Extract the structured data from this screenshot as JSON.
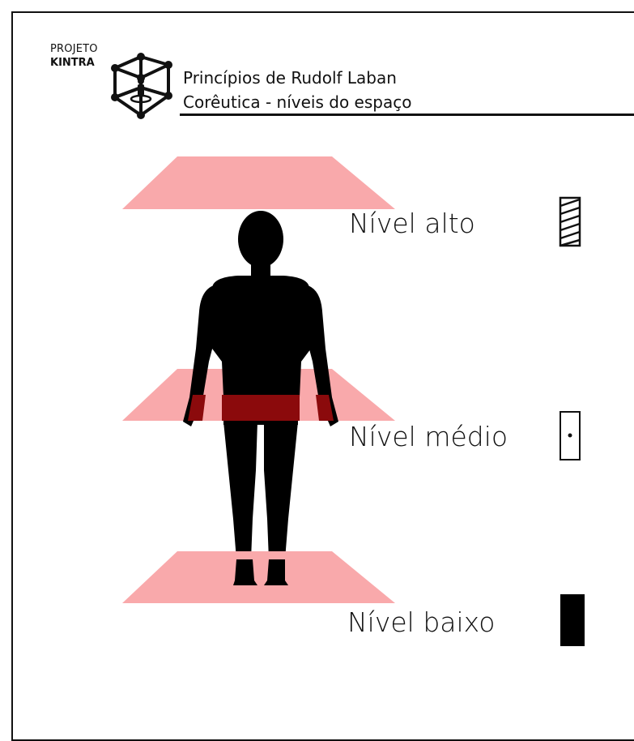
{
  "brand": {
    "line1": "PROJETO",
    "line2": "KINTRA",
    "logo_icon": "cube-figure-icon"
  },
  "header": {
    "title": "Princípios de Rudolf Laban",
    "subtitle": "Corêutica - níveis do espaço"
  },
  "levels": [
    {
      "key": "high",
      "label": "Nível alto",
      "symbol": "hatched-rectangle-icon"
    },
    {
      "key": "middle",
      "label": "Nível médio",
      "symbol": "dot-rectangle-icon"
    },
    {
      "key": "low",
      "label": "Nível baixo",
      "symbol": "solid-rectangle-icon"
    }
  ],
  "colors": {
    "plane": "#f9a9ab",
    "plane_overlap": "#8b0a0c",
    "figure": "#000000",
    "ink": "#111111"
  }
}
